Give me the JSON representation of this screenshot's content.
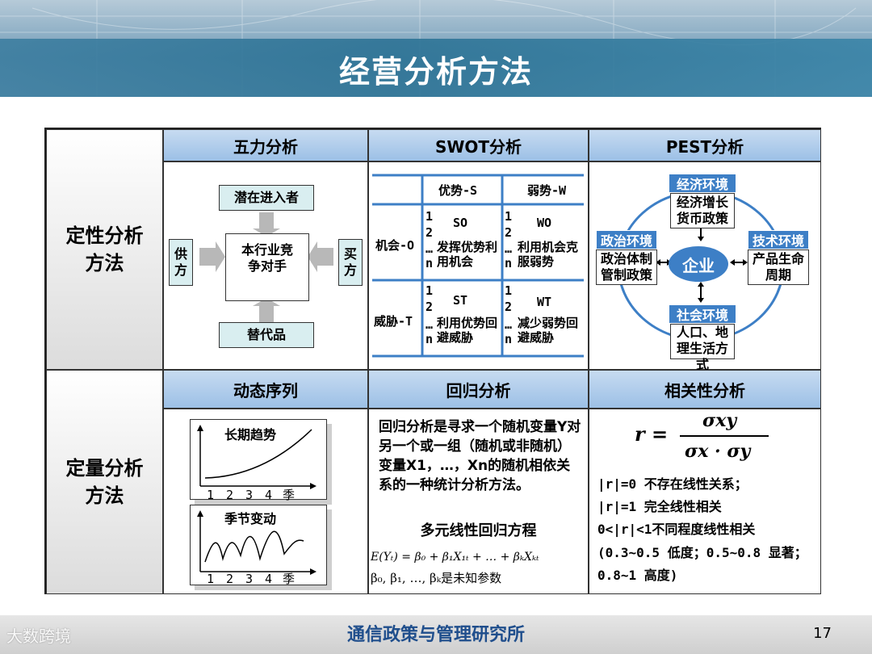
{
  "header": {
    "title": "经营分析方法"
  },
  "row_heads": {
    "qualitative": "定性分析方法",
    "quantitative": "定量分析方法"
  },
  "col_heads": {
    "five_forces": "五力分析",
    "swot": "SWOT分析",
    "pest": "PEST分析",
    "dynamic": "动态序列",
    "regression": "回归分析",
    "correlation": "相关性分析"
  },
  "five_forces": {
    "entrants": "潜在进入者",
    "center": "本行业竞争对手",
    "suppliers": "供方",
    "buyers": "买方",
    "substitutes": "替代品"
  },
  "swot": {
    "strengths": "优势-S",
    "weaknesses": "弱势-W",
    "opportunities": "机会-O",
    "threats": "威胁-T",
    "so_title": "SO",
    "so_text": "发挥优势利用机会",
    "wo_title": "WO",
    "wo_text": "利用机会克服弱势",
    "st_title": "ST",
    "st_text": "利用优势回避威胁",
    "wt_title": "WT",
    "wt_text": "减少弱势回避威胁",
    "idx1": "1",
    "idx2": "2",
    "dots": "…",
    "idxn": "n"
  },
  "pest": {
    "economic_label": "经济环境",
    "economic_text": "经济增长货币政策",
    "political_label": "政治环境",
    "political_text": "政治体制管制政策",
    "tech_label": "技术环境",
    "tech_text": "产品生命周期",
    "social_label": "社会环境",
    "social_text": "人口、地理生活方式",
    "center": "企业"
  },
  "dynamic": {
    "trend_title": "长期趋势",
    "season_title": "季节变动",
    "ticks": [
      "1",
      "2",
      "3",
      "4",
      "季"
    ]
  },
  "regression": {
    "description": "回归分析是寻求一个随机变量Y对另一个或一组（随机或非随机）变量X1，…，Xn的随机相依关系的一种统计分析方法。",
    "eq_title": "多元线性回归方程",
    "equation": "E(Yₜ) = β₀ + β₁X₁ₜ + … + βₖXₖₜ",
    "params": "β₀, β₁, …, βₖ是未知参数"
  },
  "correlation": {
    "r_symbol": "r =",
    "numerator": "σxy",
    "denominator": "σx · σy",
    "line1": "|r|=0  不存在线性关系；",
    "line2": "|r|=1 完全线性相关",
    "line3": "0<|r|<1不同程度线性相关",
    "line4": "(0.3~0.5 低度；0.5~0.8 显著；0.8~1 高度)"
  },
  "footer": {
    "org": "通信政策与管理研究所",
    "page": "17",
    "watermark": "大数跨境"
  },
  "colors": {
    "title_bar": "#2f7496",
    "header_cell": "#9cc0e6",
    "label_blue": "#3d7fc6",
    "footer_text": "#1f4e8c"
  }
}
